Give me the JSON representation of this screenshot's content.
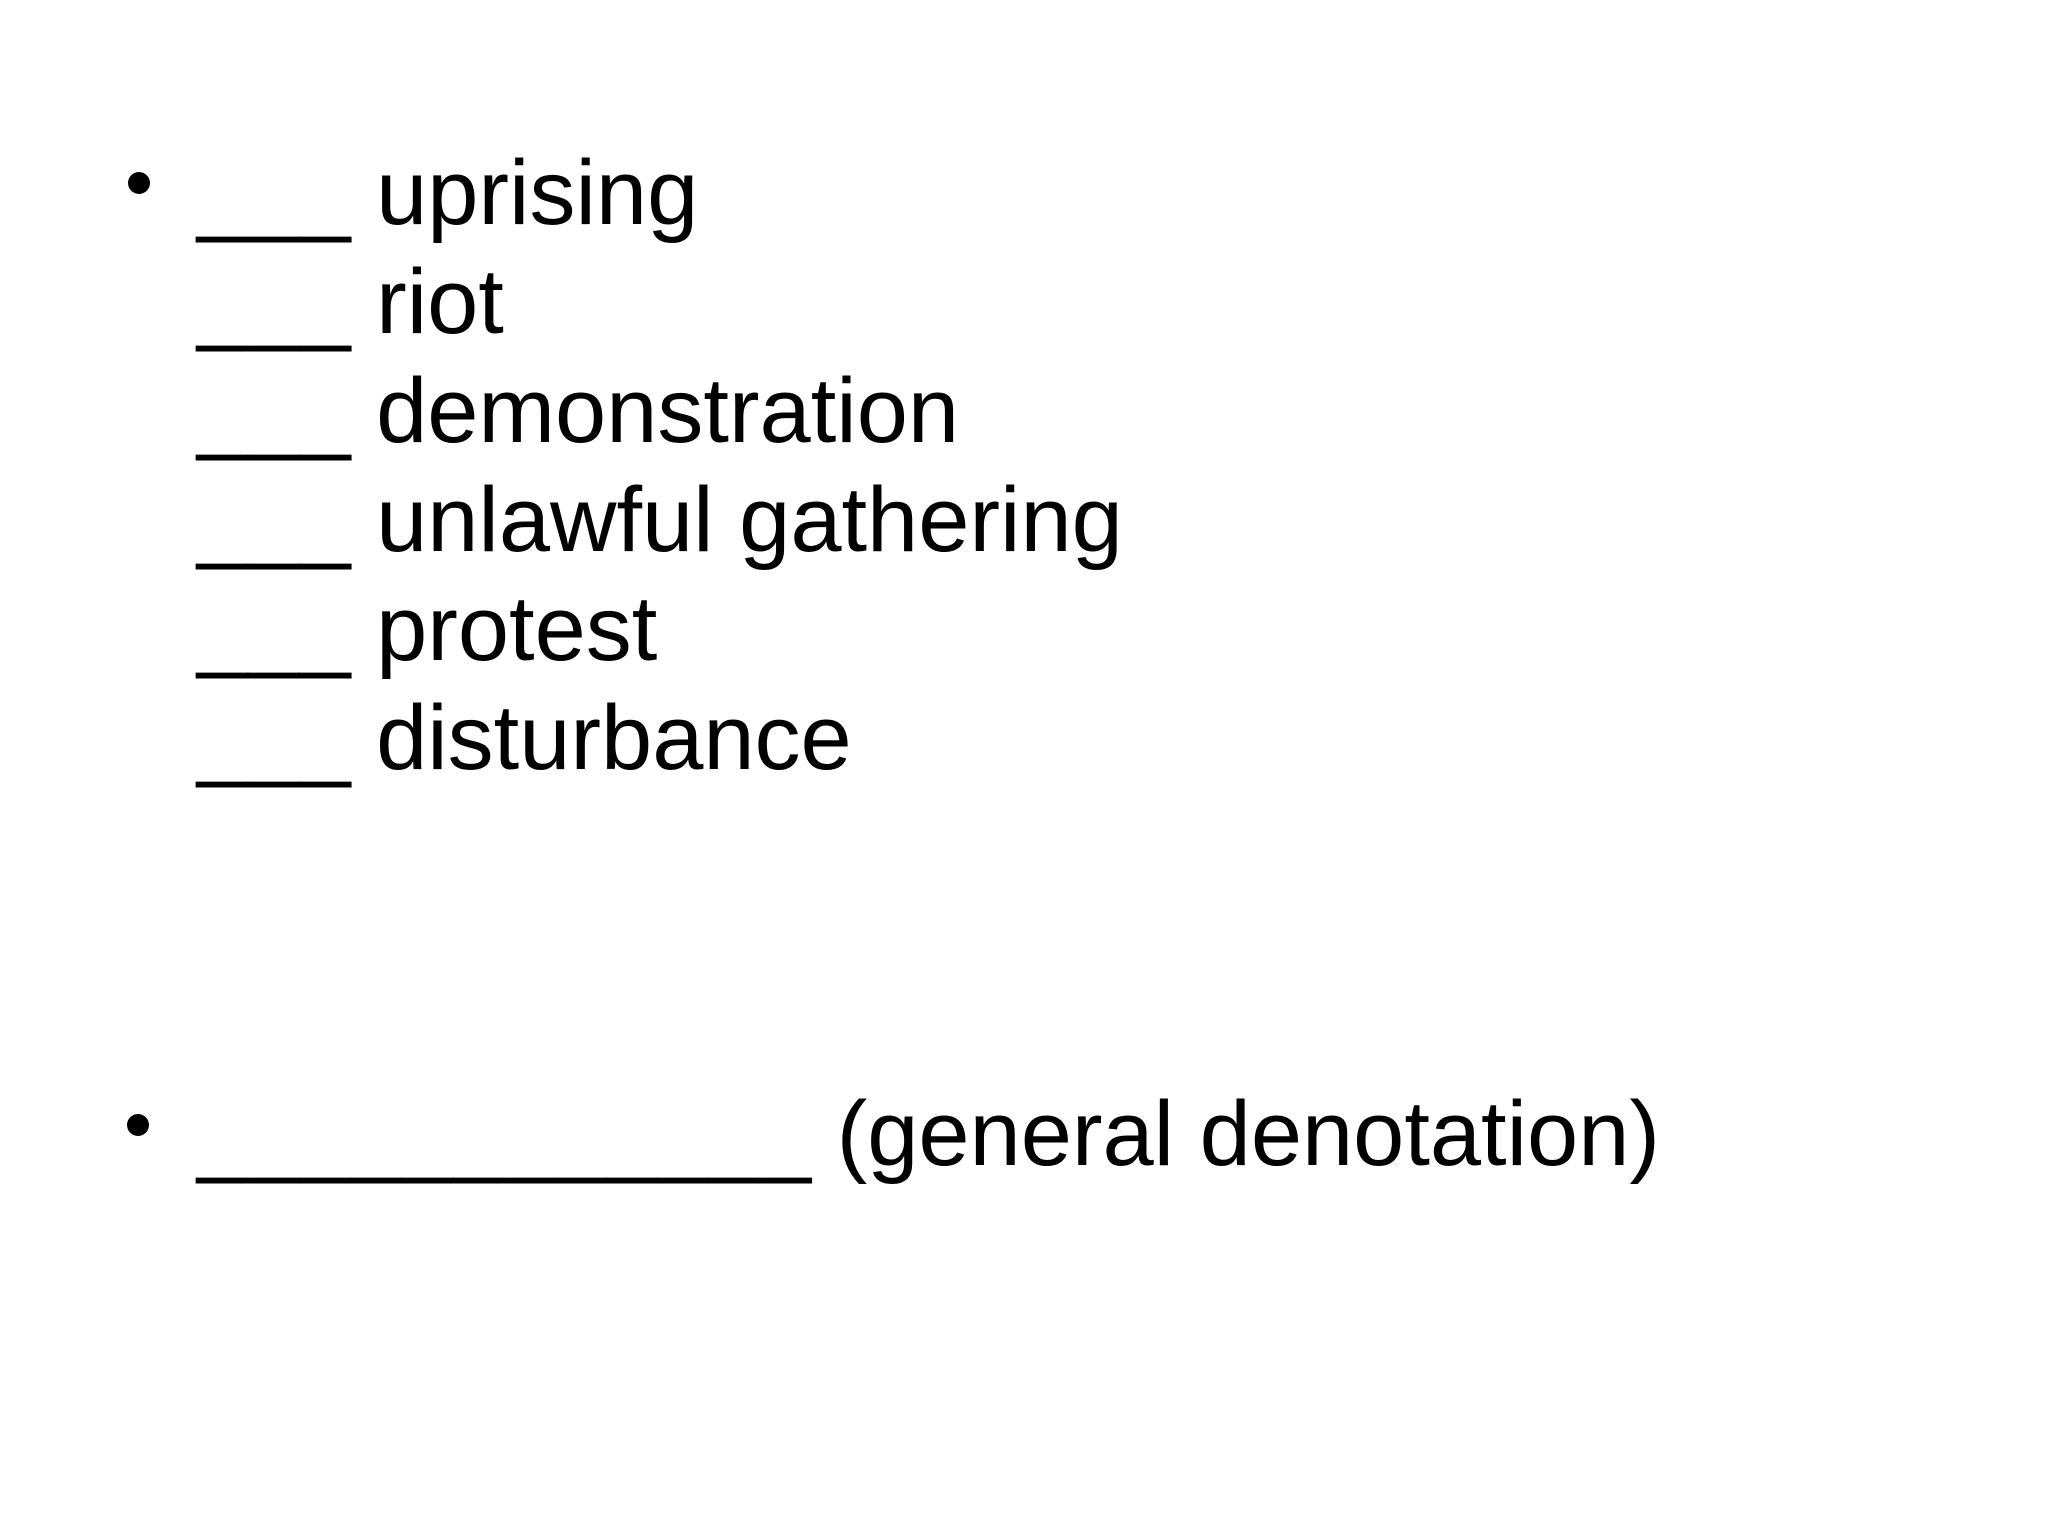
{
  "slide": {
    "background_color": "#ffffff",
    "text_color": "#000000",
    "bullets": [
      {
        "marker": "•",
        "lines": [
          {
            "blank": "___",
            "term": "uprising"
          },
          {
            "blank": "___",
            "term": "riot"
          },
          {
            "blank": "___",
            "term": "demonstration"
          },
          {
            "blank": "___",
            "term": "unlawful gathering"
          },
          {
            "blank": "___",
            "term": "protest"
          },
          {
            "blank": "___",
            "term": "disturbance"
          }
        ]
      },
      {
        "marker": "•",
        "lines": [
          {
            "blank": "____________",
            "term": "(general denotation)"
          }
        ]
      }
    ]
  }
}
